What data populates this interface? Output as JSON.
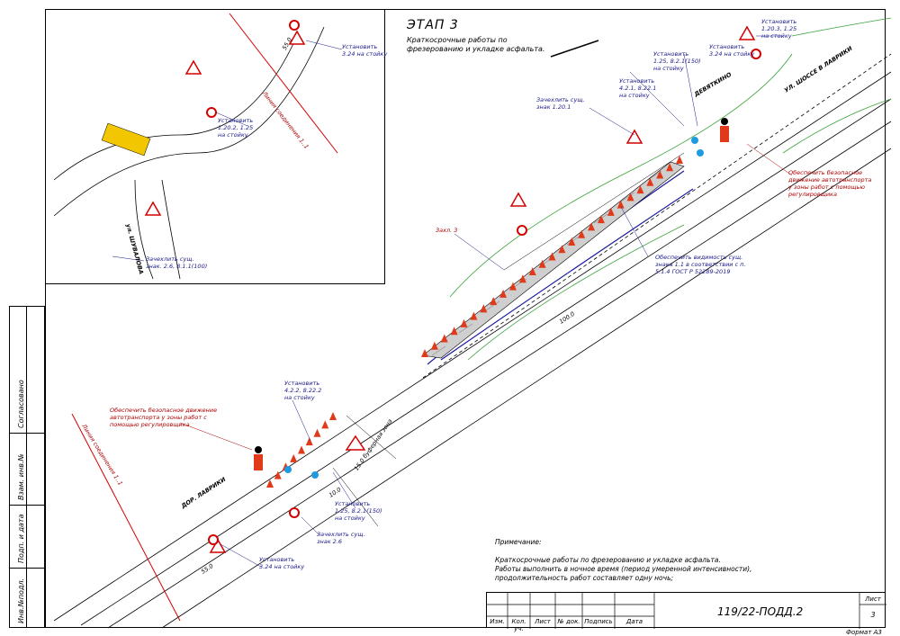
{
  "stage_title": "ЭТАП 3",
  "stage_subtitle_line1": "Краткосрочные работы по",
  "stage_subtitle_line2": "фрезерованию и укладке асфальта.",
  "inset": {
    "install_324_line1": "Установить",
    "install_324_line2": "3.24  на стойку",
    "boundary_label": "Линия соединения  1..1",
    "install_1202_line1": "Установить",
    "install_1202_line2": "1.20.2, 1.25",
    "install_1202_line3": "на стойку",
    "street_label": "ул. ШУВАЛОВА",
    "cover_line1": "Зачехлить сущ.",
    "cover_line2": "знак. 2.6, 8.1.1(100)",
    "dim_55": "55.0"
  },
  "main": {
    "cover_1201_line1": "Зачехлить сущ.",
    "cover_1201_line2": "знак  1.20.1",
    "install_421_line1": "Установить",
    "install_421_line2": "4.2.1, 8.22.1",
    "install_421_line3": "на стойку",
    "install_125_top_line1": "Установить",
    "install_125_top_line2": "1.25,  8.2.1(150)",
    "install_125_top_line3": "на стойку",
    "install_324_top_line1": "Установить",
    "install_324_top_line2": "3.24  на стойку",
    "install_1203_line1": "Установить",
    "install_1203_line2": "1.20.3,  1.25",
    "install_1203_line3": "на стойку",
    "road_devyatkino": "ДЕВЯТКИНО",
    "road_lavriki_top": "УЛ. ШОССЕ В ЛАВРИКИ",
    "reg_top_line1": "Обеспечить  безопасное",
    "reg_top_line2": "движение автотранспорта",
    "reg_top_line3": "у зоны работ с помощью",
    "reg_top_line4": "регулировщика",
    "zone_label": "Захл. 3",
    "visibility_line1": "Обеспечить видимость сущ.",
    "visibility_line2": "знака  1.1  в соответствии с п.",
    "visibility_line3": "5.1.4  ГОСТ Р  52289-2019",
    "dim_1000": "100.0",
    "install_422_line1": "Установить",
    "install_422_line2": "4.2.2, 8.22.2",
    "install_422_line3": "на стойку",
    "reg_left_line1": "Обеспечить безопасное движение",
    "reg_left_line2": "автотранспорта у зоны работ с",
    "reg_left_line3": "помощью регулировщика",
    "boundary_left": "Линия соединения  1..1",
    "road_lavriki_bottom": "ДОР. ЛАВРИКИ",
    "buffer_zone": "15.0  буферная зона",
    "dim_100": "10.0",
    "install_125_bottom_line1": "Установить",
    "install_125_bottom_line2": "1.25,  8.2.1(150)",
    "install_125_bottom_line3": "на стойку",
    "cover_26_line1": "Зачехлить сущ.",
    "cover_26_line2": "знак  2.6",
    "install_324_bottom_line1": "Установить",
    "install_324_bottom_line2": "3.24  на стойку",
    "dim_550": "55.0"
  },
  "notes": {
    "heading": "Примечание:",
    "line1": "Краткосрочные работы по фрезерованию и укладке асфальта.",
    "line2": "Работы выполнить в ночное время (период умеренной интенсивности),",
    "line3": "продолжительность работ составляет одну ночь;"
  },
  "side_stamp": {
    "agreed": "Согласовано",
    "inv_replace": "Взам. инв.№",
    "sign_date": "Подп. и дата",
    "inv_orig": "Инв.№подл."
  },
  "title_block": {
    "headers": [
      "Изм.",
      "Кол. уч.",
      "Лист",
      "№ док.",
      "Подпись",
      "Дата"
    ],
    "doc_number": "119/22-ПОДД.2",
    "sheet_label": "Лист",
    "sheet_number": "3",
    "format": "Формат  А3"
  },
  "colors": {
    "cone": "#e03a1a",
    "sign_red": "#d40000",
    "road_line": "#000000",
    "green_line": "#3aa23a",
    "blue_line": "#1a1aa0",
    "annotation": "#1a1a8c",
    "red_note": "#b00000"
  }
}
